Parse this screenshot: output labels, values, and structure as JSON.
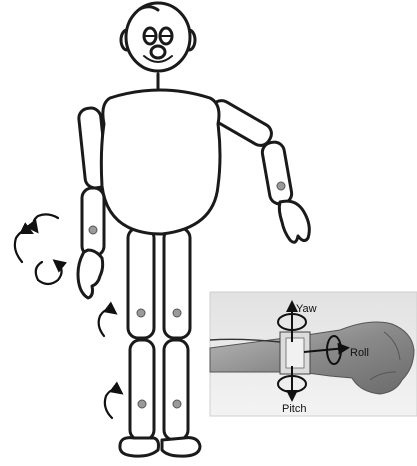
{
  "figure": {
    "photo_labels": {
      "yaw": "Yaw",
      "roll": "Roll",
      "pitch": "Pitch"
    },
    "colors": {
      "line": "#1a1a1a",
      "fill": "#ffffff",
      "sensor": "#9a9a9a",
      "rotation_arrow": "#111111"
    },
    "icons": [
      "stick-figure",
      "wrist-sensor-photo",
      "rotation-arrow"
    ]
  }
}
